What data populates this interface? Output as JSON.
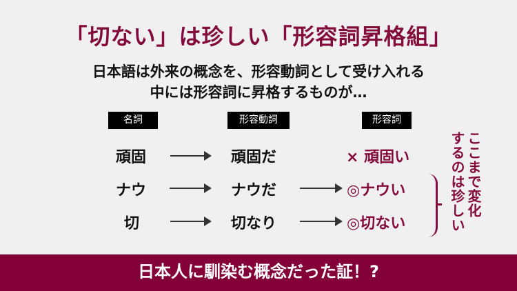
{
  "title": "「切ない」は珍しい「形容詞昇格組」",
  "subtitle": {
    "line1": "日本語は外来の概念を、形容動詞として受け入れる",
    "line2": "中には形容詞に昇格するものが…"
  },
  "columns": [
    "名詞",
    "形容動詞",
    "形容詞"
  ],
  "rows": [
    {
      "noun": "頑固",
      "na_adj": "頑固だ",
      "adj": "× 頑固い",
      "adj_arrow": false
    },
    {
      "noun": "ナウ",
      "na_adj": "ナウだ",
      "adj": "◎ナウい",
      "adj_arrow": true
    },
    {
      "noun": "切",
      "na_adj": "切なり",
      "adj": "◎切ない",
      "adj_arrow": true
    }
  ],
  "side_note": {
    "col1": "ここまで変化",
    "col2": "するのは珍しい"
  },
  "footer": "日本人に馴染む概念だった証！?",
  "colors": {
    "accent": "#840c3d",
    "footer_bg": "#840038",
    "background": "#f0f0f0"
  }
}
